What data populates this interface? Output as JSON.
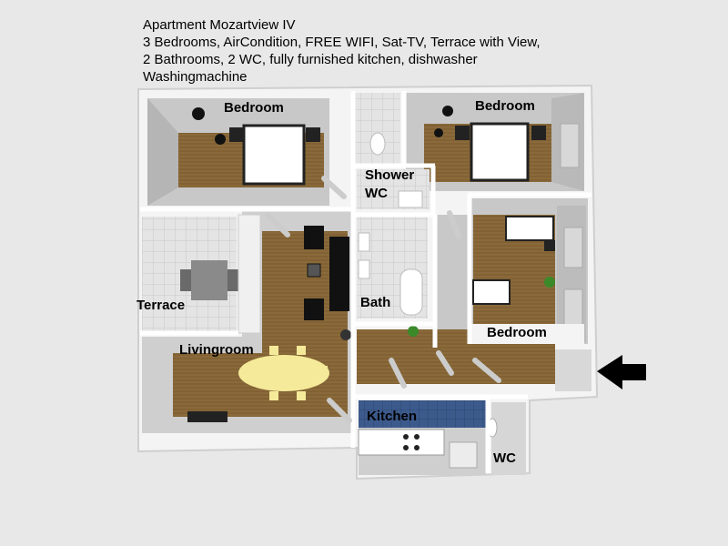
{
  "header": {
    "title": "Apartment Mozartview IV",
    "line1": "3 Bedrooms, AirCondition, FREE WIFI, Sat-TV, Terrace with View,",
    "line2": "2 Bathrooms, 2 WC, fully furnished kitchen, dishwasher",
    "line3": "Washingmachine"
  },
  "rooms": {
    "bedroom_left": "Bedroom",
    "bedroom_right": "Bedroom",
    "shower_wc_line1": "Shower",
    "shower_wc_line2": "WC",
    "bath": "Bath",
    "terrace": "Terrace",
    "livingroom": "Livingroom",
    "bedroom_bottom": "Bedroom",
    "kitchen": "Kitchen",
    "wc": "WC"
  },
  "colors": {
    "floor_wood": "#8a6a3a",
    "wall": "#ffffff",
    "tile": "#dcdcdc",
    "kitchen_tile": "#3c5a8c",
    "table": "#f5ea9a"
  }
}
